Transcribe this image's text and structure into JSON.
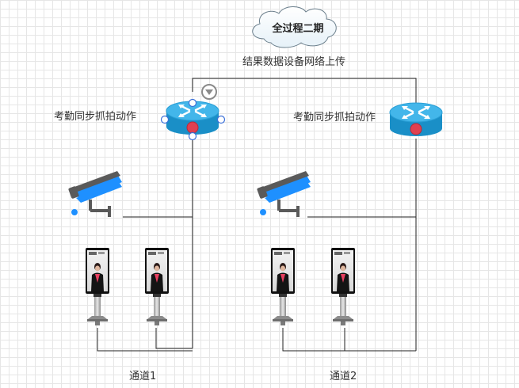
{
  "cloud": {
    "label": "全过程二期"
  },
  "uplink_label": "结果数据设备网络上传",
  "routers": [
    {
      "caption": "考勤同步抓拍动作",
      "selected": true
    },
    {
      "caption": "考勤同步抓拍动作",
      "selected": false
    }
  ],
  "channels": [
    {
      "label": "通道1"
    },
    {
      "label": "通道2"
    }
  ],
  "colors": {
    "router_body": "#1a8fc7",
    "router_top": "#3fb3e8",
    "router_red": "#e04050",
    "camera_blue": "#1e90ff",
    "camera_gray": "#5a5a5a",
    "line": "#222222",
    "selection": "#3a6fd8"
  },
  "icons": [
    "cloud-icon",
    "router-icon",
    "camera-icon",
    "face-terminal-icon"
  ]
}
